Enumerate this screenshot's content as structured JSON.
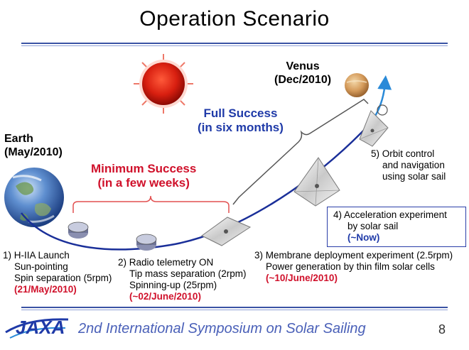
{
  "title": "Operation Scenario",
  "venus": {
    "name": "Venus",
    "date": "(Dec/2010)"
  },
  "earth": {
    "name": "Earth",
    "date": "(May/2010)"
  },
  "full_success": {
    "line1": "Full Success",
    "line2": "(in six months)"
  },
  "minimum_success": {
    "line1": "Minimum Success",
    "line2": "(in a few weeks)"
  },
  "steps": {
    "s1": {
      "l1": "1) H-IIA Launch",
      "l2": "Sun-pointing",
      "l3": "Spin separation (5rpm)",
      "date": "(21/May/2010)"
    },
    "s2": {
      "l1": "2) Radio telemetry ON",
      "l2": "Tip mass separation (2rpm)",
      "l3": "Spinning-up (25rpm)",
      "date": "(~02/June/2010)"
    },
    "s3": {
      "l1": "3) Membrane deployment experiment (2.5rpm)",
      "l2": "Power generation by thin film solar cells",
      "date": "(~10/June/2010)"
    },
    "s4": {
      "l1": "4) Acceleration experiment",
      "l2": "by solar sail",
      "date": "(~Now)"
    },
    "s5": {
      "l1": "5) Orbit control",
      "l2": "and navigation",
      "l3": "using solar sail"
    }
  },
  "footer": {
    "logo": "JAXA",
    "text": "2nd International Symposium on Solar Sailing",
    "page": "8"
  },
  "colors": {
    "accent": "#3a53a4",
    "red": "#d0112b",
    "blue": "#1f3aa8",
    "trajectory": "#1a2f99"
  }
}
